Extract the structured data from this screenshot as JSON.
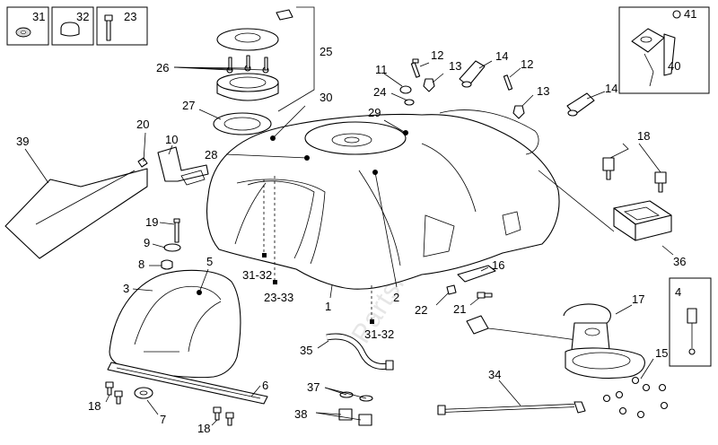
{
  "watermark": "Partsrepublik",
  "callouts": {
    "c31": "31",
    "c32": "32",
    "c23": "23",
    "c25": "25",
    "c26": "26",
    "c27": "27",
    "c30": "30",
    "c28": "28",
    "c29": "29",
    "c11": "11",
    "c12a": "12",
    "c13a": "13",
    "c24": "24",
    "c14a": "14",
    "c12b": "12",
    "c13b": "13",
    "c14b": "14",
    "c41": "41",
    "c40": "40",
    "c18a": "18",
    "c36": "36",
    "c20": "20",
    "c10": "10",
    "c39": "39",
    "c19": "19",
    "c9": "9",
    "c8": "8",
    "c3": "3",
    "c5": "5",
    "c3132a": "31-32",
    "c2333": "23-33",
    "c1": "1",
    "c2": "2",
    "c3132b": "31-32",
    "c16": "16",
    "c22": "22",
    "c21": "21",
    "c17": "17",
    "c4": "4",
    "c35": "35",
    "c34": "34",
    "c15": "15",
    "c37": "37",
    "c38": "38",
    "c6": "6",
    "c7": "7",
    "c18b": "18",
    "c18c": "18"
  }
}
